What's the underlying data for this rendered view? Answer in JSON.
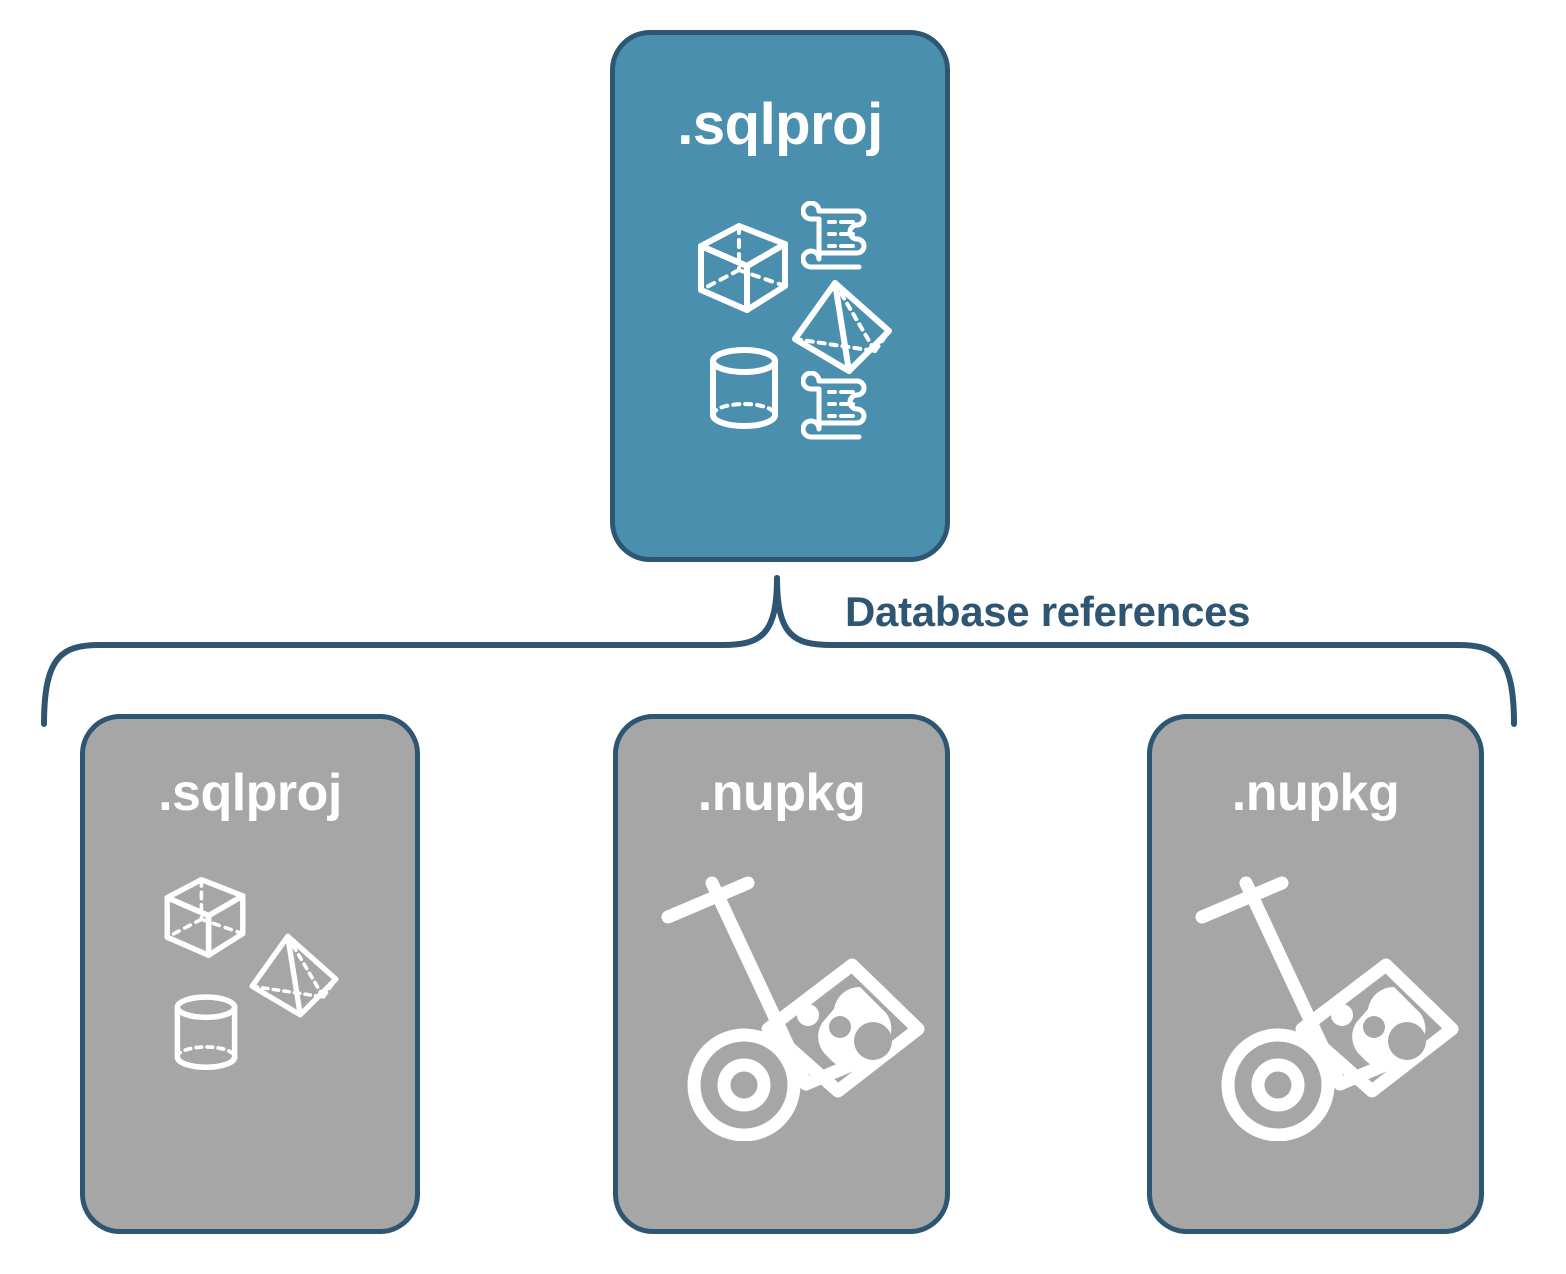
{
  "diagram": {
    "title_text": "Database references",
    "colors": {
      "primary_box_fill": "#4B8FAF",
      "secondary_box_fill": "#A6A6A6",
      "border": "#2E5673",
      "label_text": "#2E5673",
      "box_text": "#FFFFFF",
      "background": "#FFFFFF"
    },
    "root": {
      "label": ".sqlproj",
      "fill": "#4B8FAF",
      "icons": [
        "cube-icon",
        "pyramid-icon",
        "cylinder-icon",
        "script-scroll-icon",
        "script-scroll-icon"
      ]
    },
    "connector": {
      "label": "Database references",
      "type": "curly-brace-bracket"
    },
    "children": [
      {
        "label": ".sqlproj",
        "fill": "#A6A6A6",
        "icons": [
          "cube-icon",
          "pyramid-icon",
          "cylinder-icon"
        ]
      },
      {
        "label": ".nupkg",
        "fill": "#A6A6A6",
        "icons": [
          "hand-truck-package-icon"
        ]
      },
      {
        "label": ".nupkg",
        "fill": "#A6A6A6",
        "icons": [
          "hand-truck-package-icon"
        ]
      }
    ]
  }
}
